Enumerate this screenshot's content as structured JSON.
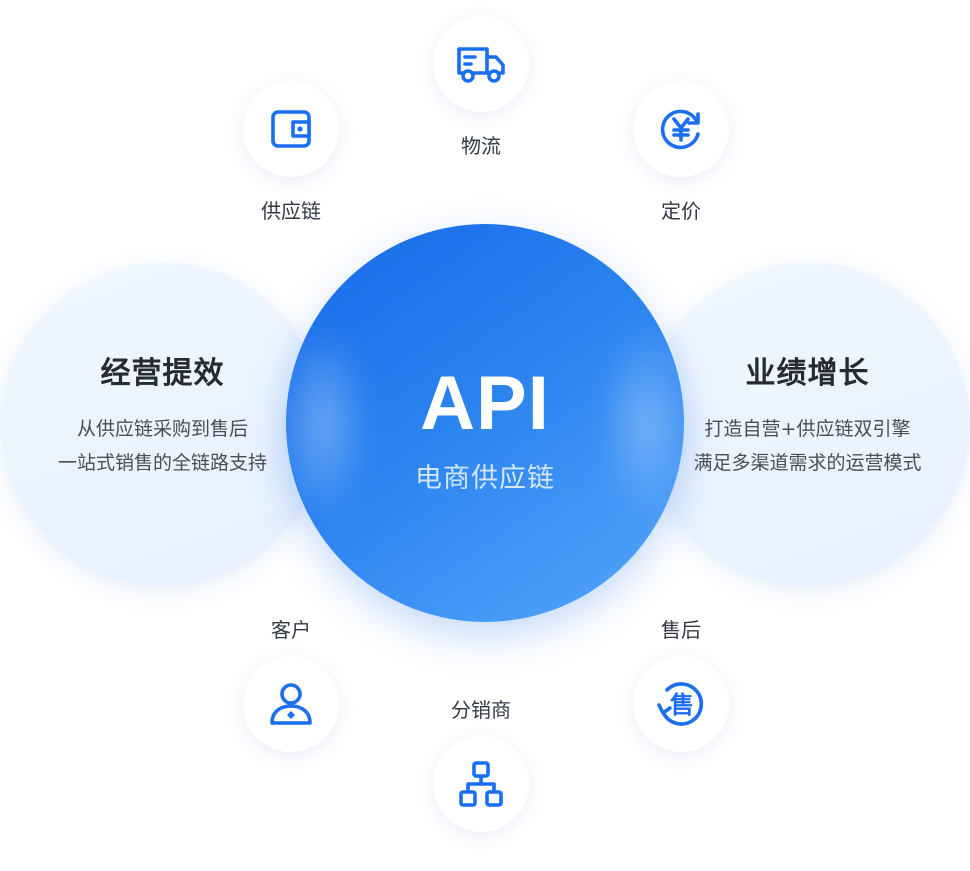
{
  "center": {
    "title": "API",
    "subtitle": "电商供应链"
  },
  "left_panel": {
    "title": "经营提效",
    "lines": [
      "从供应链采购到售后",
      "一站式销售的全链路支持"
    ]
  },
  "right_panel": {
    "title": "业绩增长",
    "lines": [
      "打造自营+供应链双引擎",
      "满足多渠道需求的运营模式"
    ]
  },
  "nodes": {
    "logistics": {
      "label": "物流",
      "icon": "truck-icon"
    },
    "supply_chain": {
      "label": "供应链",
      "icon": "wallet-icon"
    },
    "pricing": {
      "label": "定价",
      "icon": "yen-refresh-icon"
    },
    "customer": {
      "label": "客户",
      "icon": "user-icon"
    },
    "distributor": {
      "label": "分销商",
      "icon": "hierarchy-icon"
    },
    "after_sales": {
      "label": "售后",
      "icon": "after-sales-icon",
      "glyph": "售"
    }
  },
  "colors": {
    "accent": "#1a6ff0",
    "center_start": "#1769e8",
    "center_end": "#55a7fb"
  }
}
